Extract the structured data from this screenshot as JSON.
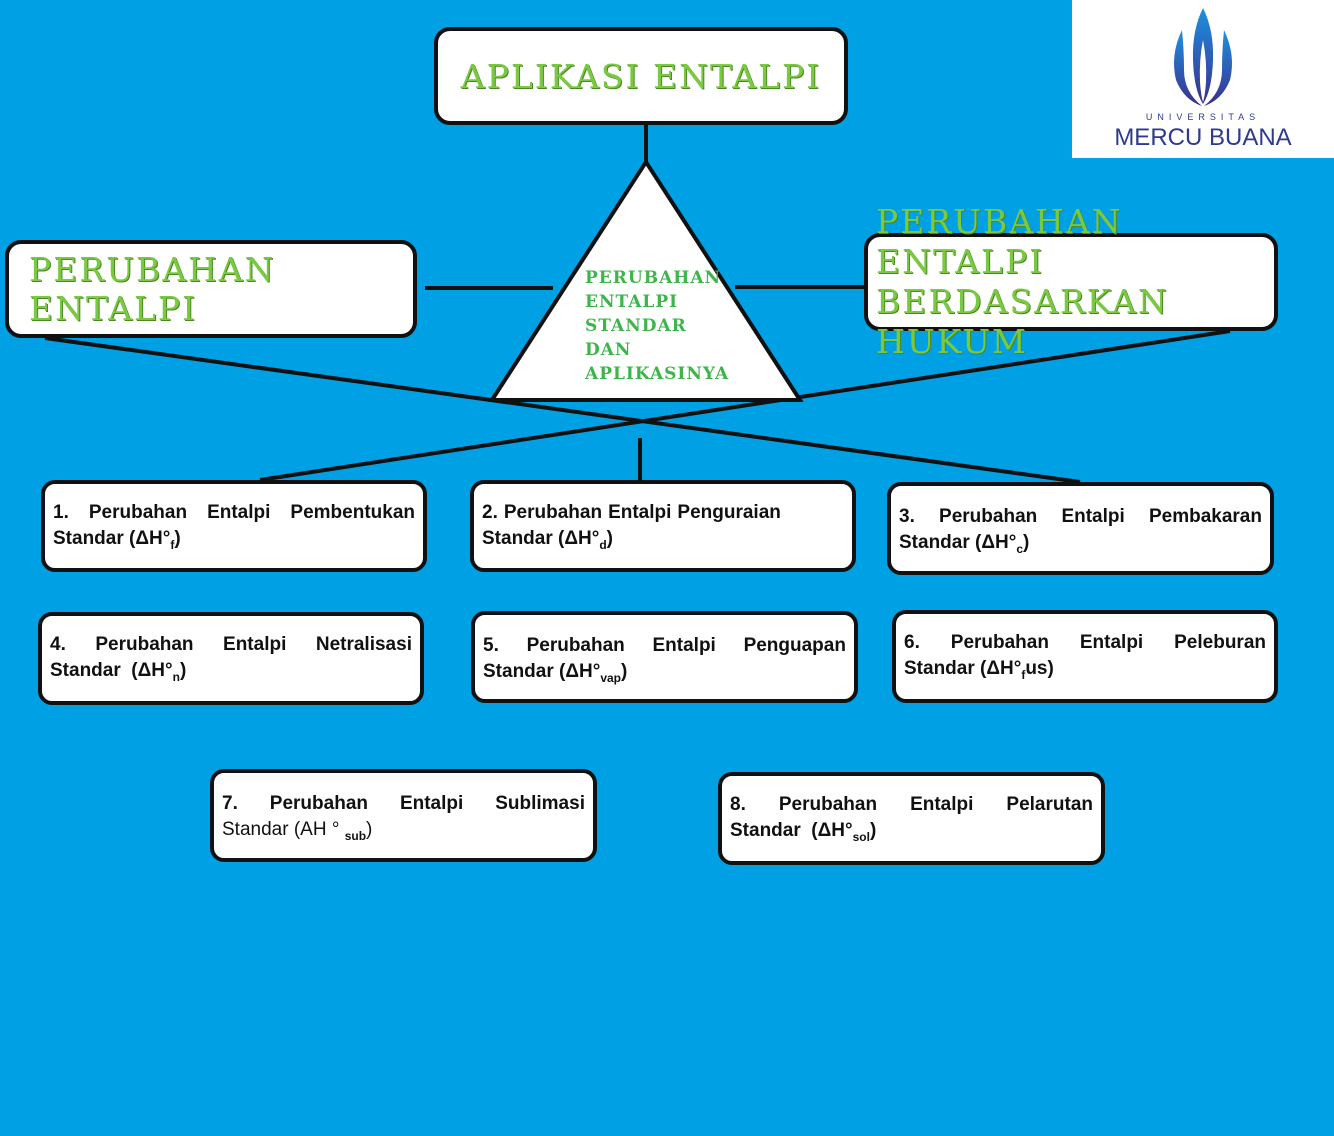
{
  "title": "APLIKASI ENTALPI",
  "left": "PERUBAHAN ENTALPI",
  "right": [
    "PERUBAHAN ENTALPI",
    "BERDASARKAN HUKUM"
  ],
  "center": [
    "PERUBAHAN",
    "ENTALPI",
    "STANDAR",
    "DAN",
    "APLIKASINYA"
  ],
  "items": [
    {
      "words": [
        "1.",
        "Perubahan",
        "Entalpi",
        "Pembentukan"
      ],
      "l2": "Standar (ΔH°",
      "sub": "f",
      "tail": ")"
    },
    {
      "words": [
        "2.",
        "Perubahan",
        "Entalpi",
        "Penguraian"
      ],
      "l2": "Standar (ΔH°",
      "sub": "d",
      "tail": ")"
    },
    {
      "words": [
        "3.",
        "Perubahan",
        "Entalpi",
        "Pembakaran"
      ],
      "l2": "Standar (ΔH°",
      "sub": "c",
      "tail": ")"
    },
    {
      "words": [
        "4.",
        "Perubahan",
        "Entalpi",
        "Netralisasi"
      ],
      "l2": "Standar  (ΔH°",
      "sub": "n",
      "tail": ")"
    },
    {
      "words": [
        "5.",
        "Perubahan",
        "Entalpi",
        "Penguapan"
      ],
      "l2": "Standar (ΔH°",
      "sub": "vap",
      "tail": ")"
    },
    {
      "words": [
        "6.",
        "Perubahan",
        "Entalpi",
        "Peleburan"
      ],
      "l2": "Standar (ΔH°",
      "sub": "f",
      "tail": "us)"
    },
    {
      "words": [
        "7.",
        "Perubahan",
        "Entalpi",
        "Sublimasi"
      ],
      "l2": "Standar (AH ° ",
      "sub": "sub",
      "tail": ")"
    },
    {
      "words": [
        "8.",
        "Perubahan",
        "Entalpi",
        "Pelarutan"
      ],
      "l2": "Standar  (ΔH°",
      "sub": "sol",
      "tail": ")"
    }
  ],
  "logo": {
    "line1": "UNIVERSITAS",
    "line2": "MERCU BUANA"
  },
  "colors": {
    "background": "#00a0e4",
    "title_green": "#7ac943",
    "logo_blue": "#2e3a8c"
  }
}
